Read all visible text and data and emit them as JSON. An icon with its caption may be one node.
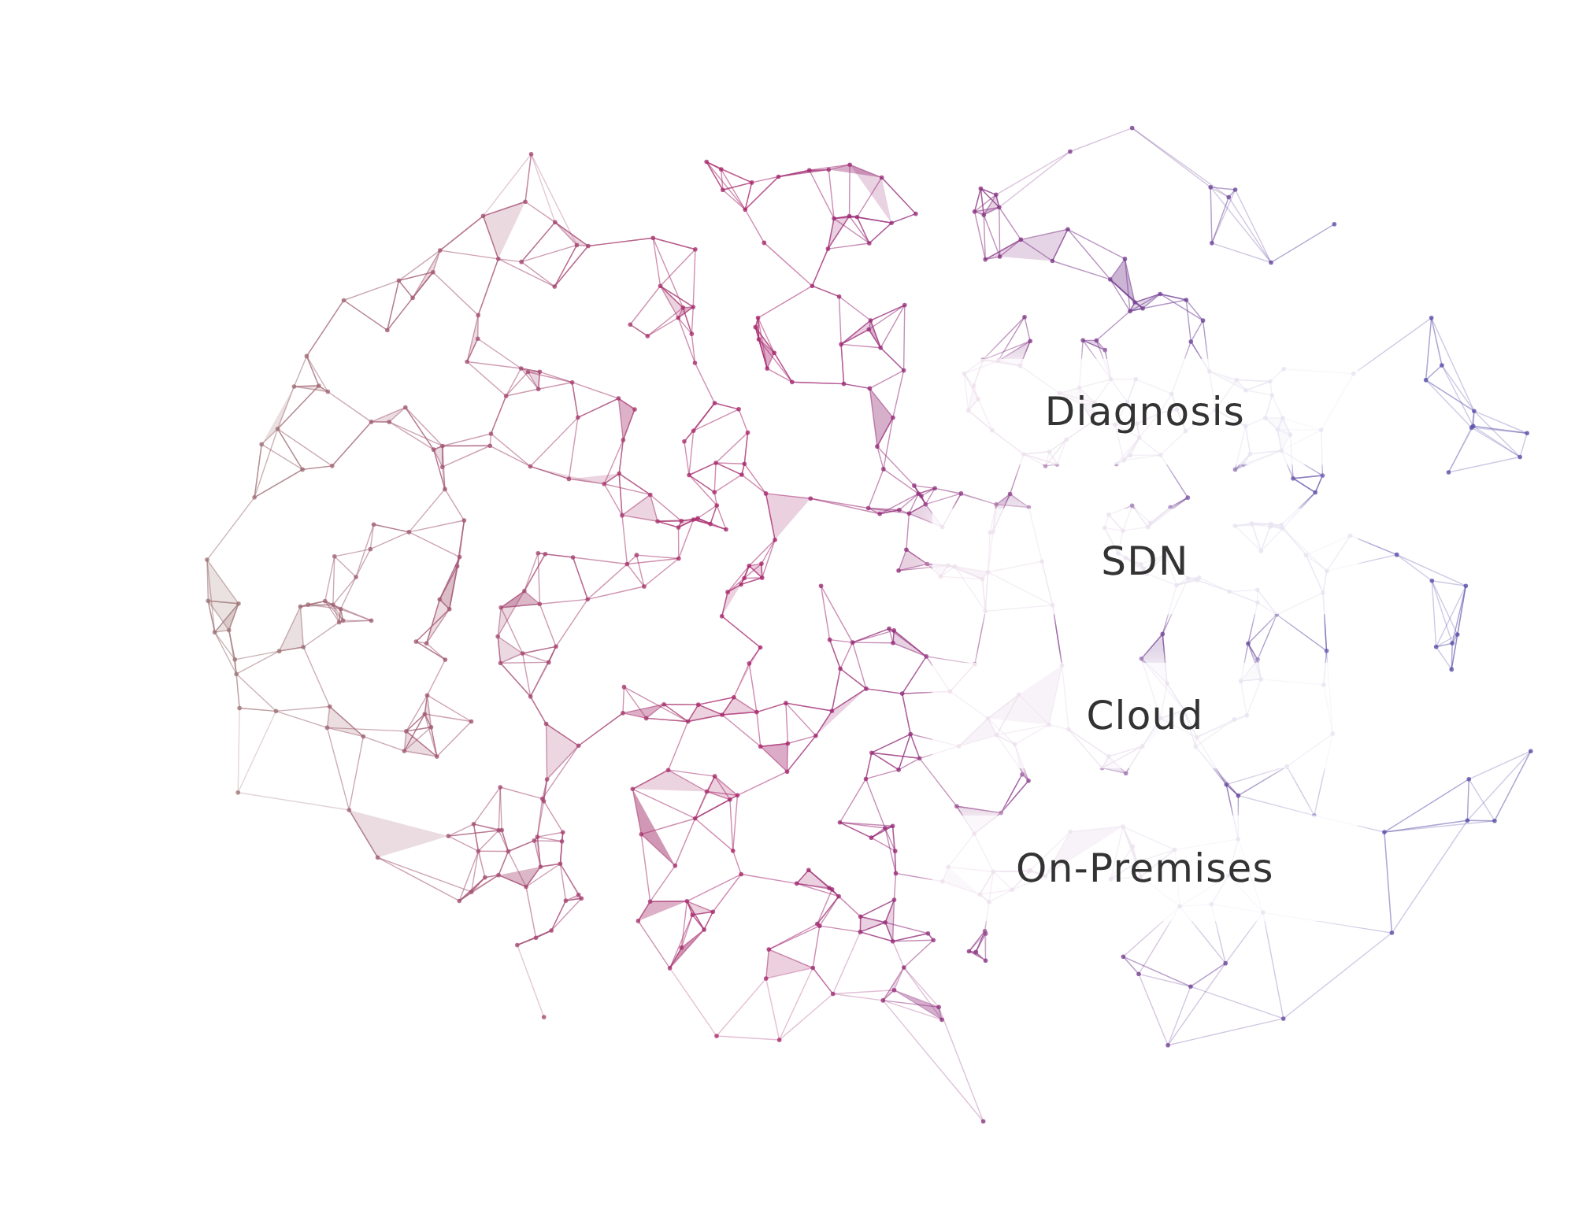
{
  "diagram": {
    "nodes": [
      {
        "text": [
          "Diagnosis"
        ]
      },
      {
        "text": [
          "SDN"
        ]
      },
      {
        "text": [
          "Cloud"
        ]
      },
      {
        "text": [
          "On-Premises"
        ]
      }
    ]
  }
}
